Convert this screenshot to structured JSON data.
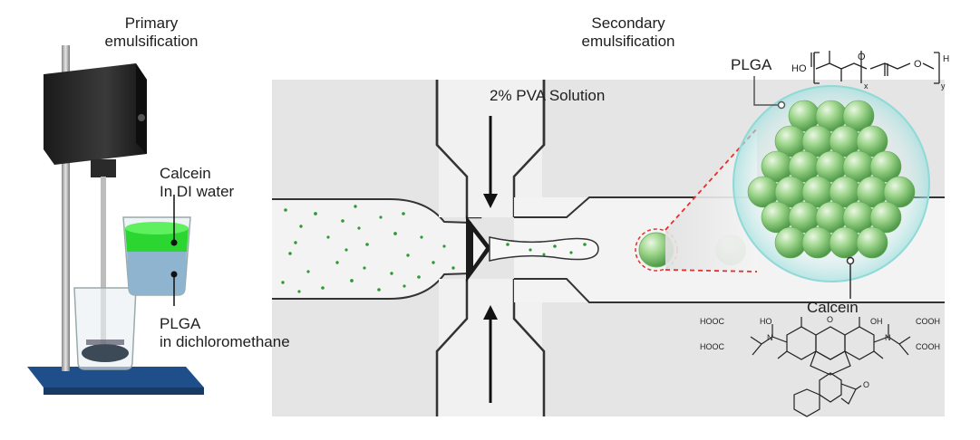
{
  "primary": {
    "title_line1": "Primary",
    "title_line2": "emulsification",
    "calcein_line1": "Calcein",
    "calcein_line2": "In DI water",
    "plga_line1": "PLGA",
    "plga_line2": "in dichloromethane"
  },
  "secondary": {
    "title_line1": "Secondary",
    "title_line2": "emulsification",
    "pva_label": "2% PVA Solution",
    "plga_label": "PLGA",
    "calcein_label": "Calcein"
  },
  "plga_structure": {
    "ho": "HO",
    "subscript_x": "x",
    "subscript_y": "y",
    "h": "H",
    "o": "O"
  },
  "calcein_structure": {
    "cooh": "COOH",
    "hooc": "HOOC",
    "ho": "HO",
    "oh": "OH",
    "n": "N",
    "o": "O"
  },
  "colors": {
    "green": "#2bd630",
    "water_blue": "#8fb4cf",
    "stand_blue": "#1f4f8a",
    "dashed_red": "#e0322e",
    "droplet_green": "#7fc97a"
  }
}
